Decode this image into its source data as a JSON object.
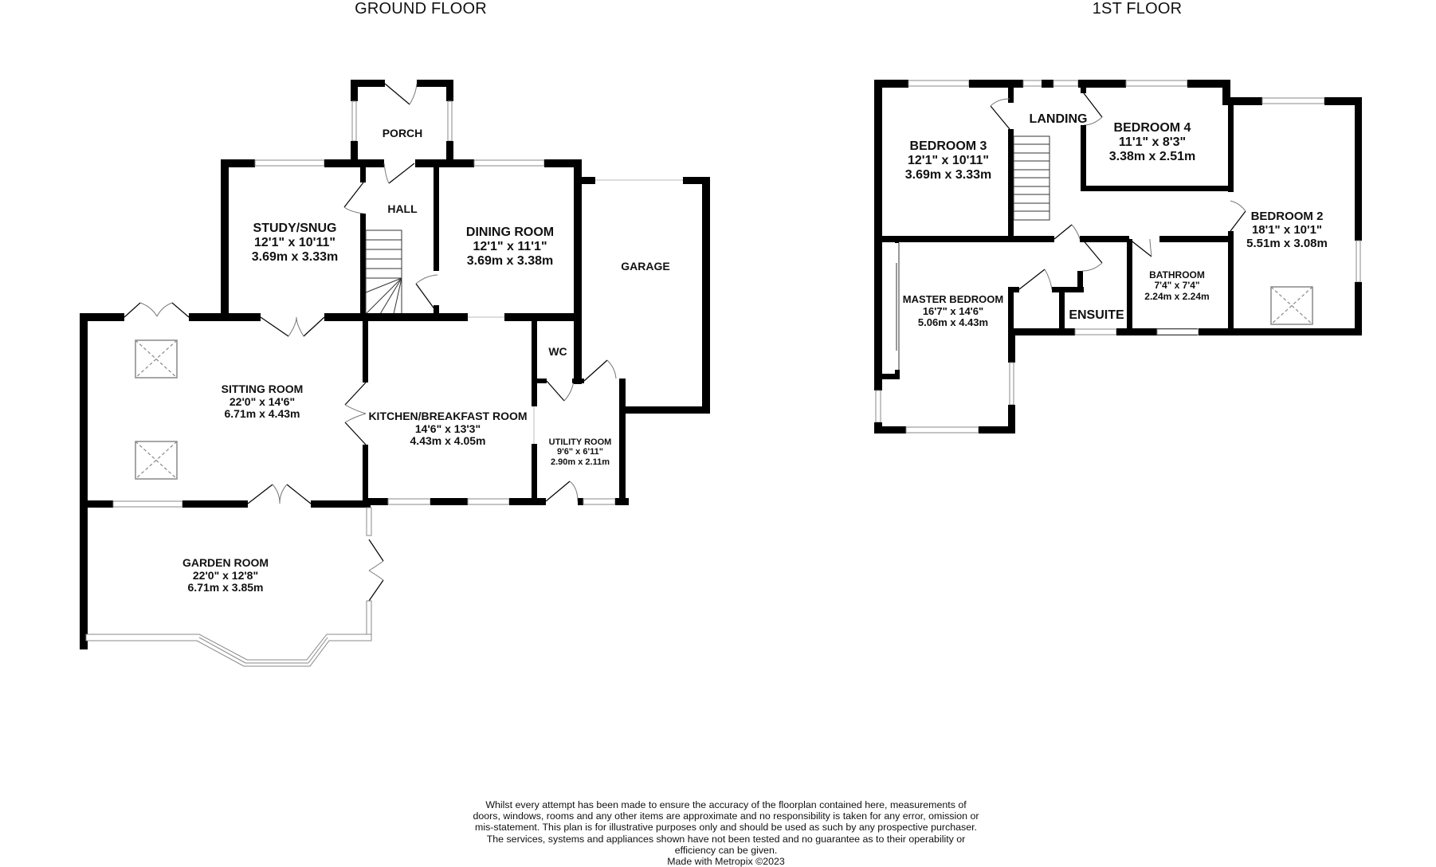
{
  "ground_floor": {
    "title": "GROUND FLOOR",
    "rooms": {
      "porch": {
        "name": "PORCH"
      },
      "hall": {
        "name": "HALL"
      },
      "study": {
        "name": "STUDY/SNUG",
        "imperial": "12'1\"  x 10'11\"",
        "metric": "3.69m  x 3.33m"
      },
      "dining": {
        "name": "DINING ROOM",
        "imperial": "12'1\"  x 11'1\"",
        "metric": "3.69m  x 3.38m"
      },
      "garage": {
        "name": "GARAGE"
      },
      "sitting": {
        "name": "SITTING ROOM",
        "imperial": "22'0\"  x 14'6\"",
        "metric": "6.71m  x 4.43m"
      },
      "kitchen": {
        "name": "KITCHEN/BREAKFAST ROOM",
        "imperial": "14'6\"  x 13'3\"",
        "metric": "4.43m  x 4.05m"
      },
      "wc": {
        "name": "WC"
      },
      "utility": {
        "name": "UTILITY ROOM",
        "imperial": "9'6\"  x 6'11\"",
        "metric": "2.90m  x 2.11m"
      },
      "garden": {
        "name": "GARDEN ROOM",
        "imperial": "22'0\"  x 12'8\"",
        "metric": "6.71m  x 3.85m"
      }
    }
  },
  "first_floor": {
    "title": "1ST FLOOR",
    "rooms": {
      "landing": {
        "name": "LANDING"
      },
      "bedroom3": {
        "name": "BEDROOM 3",
        "imperial": "12'1\"  x 10'11\"",
        "metric": "3.69m  x 3.33m"
      },
      "bedroom4": {
        "name": "BEDROOM 4",
        "imperial": "11'1\"  x 8'3\"",
        "metric": "3.38m  x 2.51m"
      },
      "bedroom2": {
        "name": "BEDROOM 2",
        "imperial": "18'1\"  x 10'1\"",
        "metric": "5.51m  x 3.08m"
      },
      "master": {
        "name": "MASTER BEDROOM",
        "imperial": "16'7\"  x 14'6\"",
        "metric": "5.06m  x 4.43m"
      },
      "ensuite": {
        "name": "ENSUITE"
      },
      "bathroom": {
        "name": "BATHROOM",
        "imperial": "7'4\"  x 7'4\"",
        "metric": "2.24m  x 2.24m"
      }
    }
  },
  "footer": {
    "disclaimer": "Whilst every attempt has been made to ensure the accuracy of the floorplan contained here, measurements of doors, windows, rooms and any other items are approximate and no responsibility is taken for any error, omission or mis-statement. This plan is for illustrative purposes only and should be used as such by any prospective purchaser. The services, systems and appliances shown have not been tested and no guarantee as to their operability or efficiency can be given.",
    "credit": "Made with Metropix ©2023"
  },
  "icons": {
    "skylight": "skylight-icon",
    "stairs": "stairs-icon",
    "door": "door-swing-icon",
    "window": "window-icon"
  }
}
